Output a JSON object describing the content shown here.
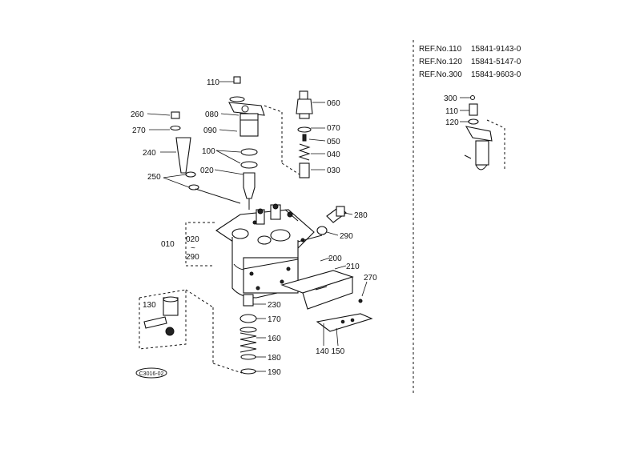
{
  "ref_list": [
    {
      "ref": "REF.No.110",
      "part": "15841-9143-0"
    },
    {
      "ref": "REF.No.120",
      "part": "15841-5147-0"
    },
    {
      "ref": "REF.No.300",
      "part": "15841-9603-0"
    }
  ],
  "labels": {
    "l110a": "110",
    "l260": "260",
    "l080": "080",
    "l270a": "270",
    "l090": "090",
    "l240": "240",
    "l100": "100",
    "l020a": "020",
    "l250": "250",
    "l060": "060",
    "l070": "070",
    "l050": "050",
    "l040": "040",
    "l030": "030",
    "l280": "280",
    "l010": "010",
    "l020b": "020",
    "ltilde": "~",
    "l290a": "290",
    "l290b": "290",
    "l200": "200",
    "l210": "210",
    "l270b": "270",
    "l230": "230",
    "l170": "170",
    "l160": "160",
    "l180": "180",
    "l190": "190",
    "l130": "130",
    "l140_150": "140  150",
    "l300": "300",
    "l110b": "110",
    "l120": "120"
  },
  "stamp": "C3016-02"
}
